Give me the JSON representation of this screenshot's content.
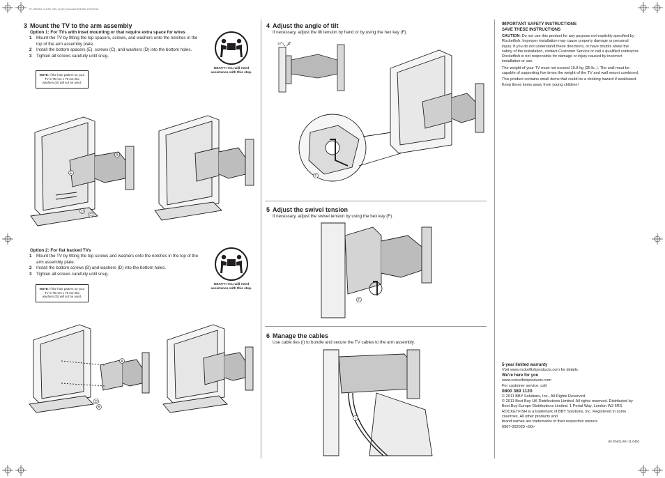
{
  "slug": "ST_RFAC641_11-0451_QSG_V2_EN_Final.indd   2     6/15/2011   11:56:04 AM",
  "step3": {
    "num": "3",
    "title": "Mount the TV to the arm assembly",
    "option1_title": "Option 1: For TVs with inset mounting or that require extra space for wires",
    "option1_steps": [
      {
        "n": "1",
        "text": "Mount the TV by fitting the top spacers, screws, and washers onto the notches in the top of the arm assembly plate."
      },
      {
        "n": "2",
        "text": "Install the bottom spacers (E), screws (C), and washers (D) into the bottom holes."
      },
      {
        "n": "3",
        "text": "Tighten all screws carefully until snug."
      }
    ],
    "note_label": "NOTE",
    "note_text": ": If the hole pattern on your TV is 75 mm x 75 mm the washers (D) will not be used.",
    "heavy_text": "HEAVY! You will need assistance with this step.",
    "option2_title": "Option 2: For flat backed TVs",
    "option2_steps": [
      {
        "n": "1",
        "text": "Mount the TV by fitting the top screws and washers onto the notches in the top of the arm assembly plate."
      },
      {
        "n": "2",
        "text": "Install the bottom screws (B) and washers (D) into the bottom holes."
      },
      {
        "n": "3",
        "text": "Tighten all screws carefully until snug."
      }
    ],
    "callouts1": [
      "A",
      "E",
      "D",
      "C"
    ],
    "callouts2": [
      "A",
      "D",
      "B"
    ]
  },
  "step4": {
    "num": "4",
    "title": "Adjust the angle of tilt",
    "text": "If necessary, adjust the tilt tension by hand or by using the hex key (F).",
    "angle_left": "10°",
    "angle_right": "12°",
    "callout": "F"
  },
  "step5": {
    "num": "5",
    "title": "Adjust the swivel tension",
    "text": "If necessary, adjust the swivel tension by using the hex key (F).",
    "callout": "F"
  },
  "step6": {
    "num": "6",
    "title": "Manage the cables",
    "text": "Use cable ties (I) to bundle and secure the TV cables to the arm assembly.",
    "callout": "I"
  },
  "safety": {
    "title1": "IMPORTANT SAFETY INSTRUCTIONS",
    "title2": "SAVE THESE INSTRUCTIONS",
    "caution_label": "CAUTION",
    "caution_text": ": Do not use this product for any purpose not explicitly specified by Rocketfish. Improper installation may cause property damage or personal injury. If you do not understand these directions, or have doubts about the safety of the installation, contact Customer Service or call a qualified contractor. Rocketfish is not responsible for damage or injury caused by incorrect installation or use.",
    "weight_text": "The weight of your TV must not exceed 15.8 kg (35 lb. ). The wall must be capable of supporting five times the weight of the TV and wall mount combined.",
    "choking_text": "This product contains small items that could be a choking hazard if swallowed. Keep these items away from young children!"
  },
  "warranty": {
    "title": "5-year limited warranty",
    "text": "Visit www.rocketfishproducts.com for details.",
    "here_title": "We're here for you",
    "site": "www.rocketfishproducts.com",
    "service": "For customer service, call:",
    "phone": "0800 389 1120",
    "copy1": "© 2011 BBY Solutions, Inc., All Rights Reserved.",
    "copy2": "© 2011 Best Buy UK Distributions Limited. All rights reserved. Distributed by Best Buy Europe Distributions Limited. 1 Portal Way, London W3 6RS",
    "copy3": "ROCKETFISH is a trademark of BBY Solutions, Inc. Registered in some countries. All other products and",
    "copy4": "brand names are trademarks of their respective owners",
    "code": "6907-002029 <00>",
    "footer": "UK ENGLISH 11-0451"
  }
}
